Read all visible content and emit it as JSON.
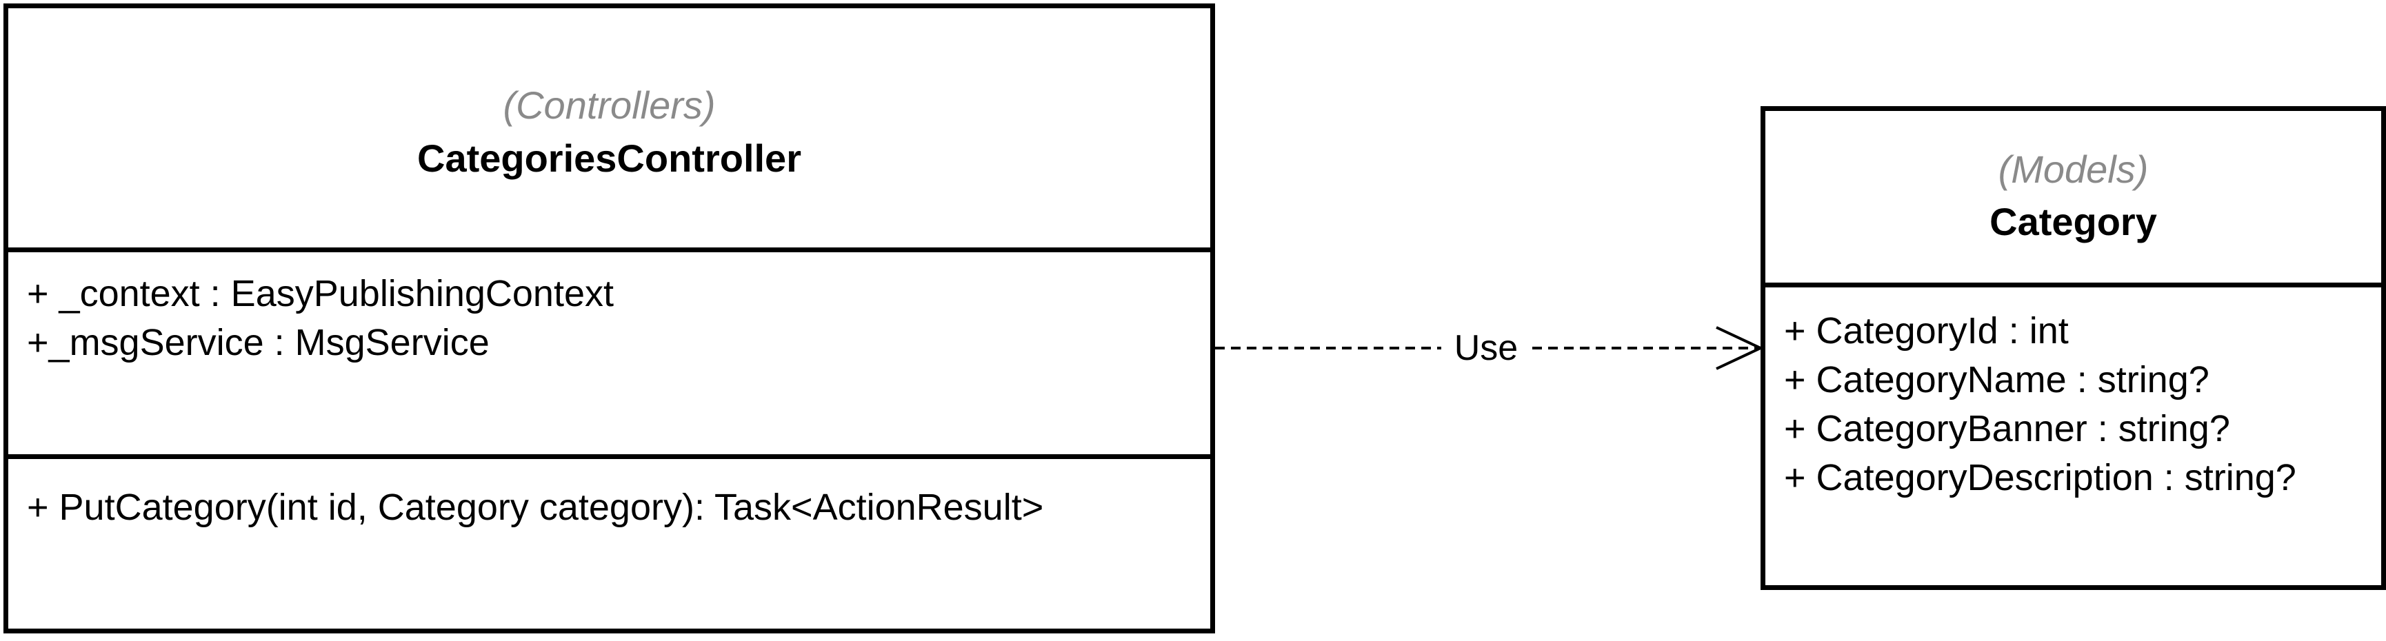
{
  "diagram": {
    "type": "uml-class-diagram",
    "classes": [
      {
        "stereotype": "(Controllers)",
        "name": "CategoriesController",
        "attributes": [
          "+ _context : EasyPublishingContext",
          "+_msgService : MsgService"
        ],
        "methods": [
          "+ PutCategory(int id, Category category): Task<ActionResult>"
        ]
      },
      {
        "stereotype": "(Models)",
        "name": "Category",
        "attributes": [
          "+ CategoryId : int",
          "+ CategoryName : string?",
          "+ CategoryBanner : string?",
          "+ CategoryDescription : string?"
        ],
        "methods": []
      }
    ],
    "relations": [
      {
        "type": "dependency",
        "line_style": "dashed",
        "arrowhead": "open",
        "from": "CategoriesController",
        "to": "Category",
        "label": "Use"
      }
    ]
  },
  "colors": {
    "border": "#000000",
    "stereotype_text": "#8a8a8a",
    "background": "#ffffff"
  }
}
